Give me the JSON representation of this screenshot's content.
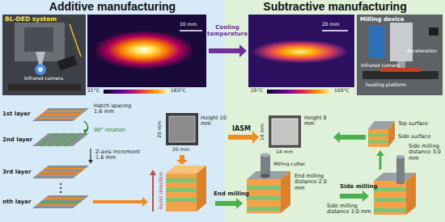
{
  "diagram": {
    "nodes": [
      {
        "text": [
          "Additive manufacturing"
        ]
      },
      {
        "text": [
          "Subtractive manufacturing"
        ]
      }
    ],
    "labels": [
      "BL-DED system",
      "Infrared camera",
      "10 mm",
      "21°C",
      "183°C",
      "Cooling temperature",
      "20 mm",
      "25°C",
      "100°C",
      "Milling device",
      "Infrared camera",
      "Acceleration",
      "heating platform",
      "1st layer",
      "Hatch spacing 1.6 mm",
      "2nd layer",
      "90° rotation",
      "Z-axis increment 1.6 mm",
      "3rd layer",
      "nth layer",
      "20 mm",
      "20 mm",
      "Height 10 mm",
      "Build direction",
      "IASM",
      "14 mm",
      "14 mm",
      "Height 8 mm",
      "Top surface",
      "Side surface",
      "End milling",
      "Milling cutter",
      "End milling distance 2.0 mm",
      "Side milling",
      "Side milling distance 3.0 mm",
      "Side milling distance 3.0 mm"
    ]
  }
}
